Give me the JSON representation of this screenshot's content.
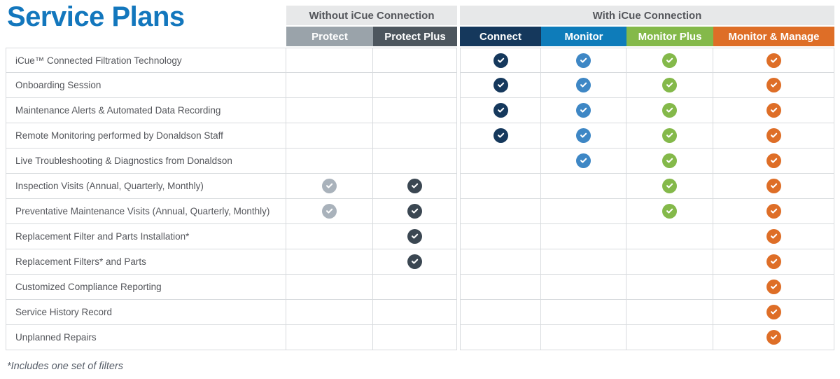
{
  "page": {
    "title": "Service Plans",
    "footnote": "*Includes one set of filters"
  },
  "colors": {
    "title_blue": "#1377bd",
    "header_group_bg": "#e7e8e9",
    "header_group_text": "#54565b",
    "row_text": "#54565b",
    "border": "#d8dbde"
  },
  "table": {
    "groups": [
      {
        "label": "Without iCue Connection",
        "span": 2
      },
      {
        "label": "With iCue Connection",
        "span": 4
      }
    ],
    "plans": [
      {
        "id": "protect",
        "label": "Protect",
        "header_color": "#9aa3aa",
        "check_color": "#a9b2bb"
      },
      {
        "id": "protect-plus",
        "label": "Protect Plus",
        "header_color": "#4d565e",
        "check_color": "#3b4752"
      },
      {
        "id": "connect",
        "label": "Connect",
        "header_color": "#15385c",
        "check_color": "#15385c"
      },
      {
        "id": "monitor",
        "label": "Monitor",
        "header_color": "#0e7cba",
        "check_color": "#3e87c5"
      },
      {
        "id": "monitor-plus",
        "label": "Monitor Plus",
        "header_color": "#84b94a",
        "check_color": "#84b94a"
      },
      {
        "id": "monitor-manage",
        "label": "Monitor & Manage",
        "header_color": "#de6e27",
        "check_color": "#de6e27"
      }
    ],
    "rows": [
      {
        "feature": "iCue™ Connected Filtration Technology",
        "checks": [
          false,
          false,
          true,
          true,
          true,
          true
        ]
      },
      {
        "feature": "Onboarding Session",
        "checks": [
          false,
          false,
          true,
          true,
          true,
          true
        ]
      },
      {
        "feature": "Maintenance Alerts & Automated Data Recording",
        "checks": [
          false,
          false,
          true,
          true,
          true,
          true
        ]
      },
      {
        "feature": "Remote Monitoring performed by Donaldson Staff",
        "checks": [
          false,
          false,
          true,
          true,
          true,
          true
        ]
      },
      {
        "feature": "Live Troubleshooting & Diagnostics from Donaldson",
        "checks": [
          false,
          false,
          false,
          true,
          true,
          true
        ]
      },
      {
        "feature": "Inspection Visits (Annual, Quarterly, Monthly)",
        "checks": [
          true,
          true,
          false,
          false,
          true,
          true
        ]
      },
      {
        "feature": "Preventative Maintenance Visits (Annual, Quarterly, Monthly)",
        "checks": [
          true,
          true,
          false,
          false,
          true,
          true
        ]
      },
      {
        "feature": "Replacement Filter and Parts Installation*",
        "checks": [
          false,
          true,
          false,
          false,
          false,
          true
        ]
      },
      {
        "feature": "Replacement Filters* and Parts",
        "checks": [
          false,
          true,
          false,
          false,
          false,
          true
        ]
      },
      {
        "feature": "Customized Compliance Reporting",
        "checks": [
          false,
          false,
          false,
          false,
          false,
          true
        ]
      },
      {
        "feature": "Service History Record",
        "checks": [
          false,
          false,
          false,
          false,
          false,
          true
        ]
      },
      {
        "feature": "Unplanned Repairs",
        "checks": [
          false,
          false,
          false,
          false,
          false,
          true
        ]
      }
    ]
  }
}
